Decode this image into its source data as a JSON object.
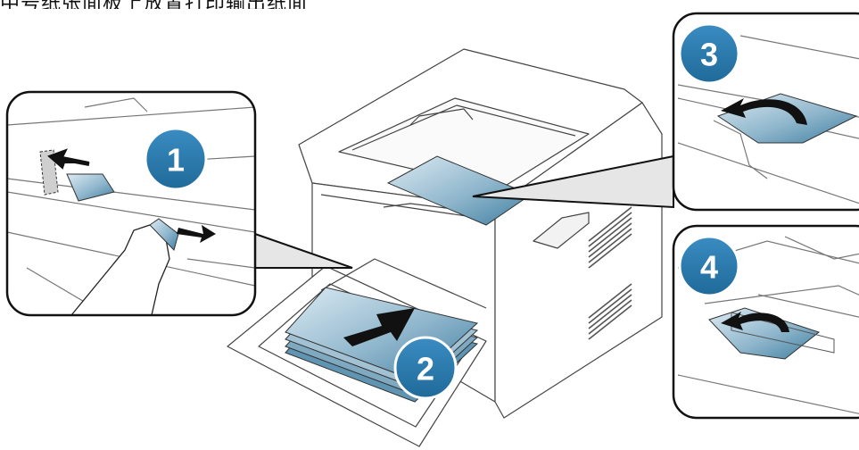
{
  "header": {
    "text": "中号纸张面板上放置打印输出纸面"
  },
  "steps": [
    {
      "id": "step-1",
      "number": "1"
    },
    {
      "id": "step-2",
      "number": "2"
    },
    {
      "id": "step-3",
      "number": "3"
    },
    {
      "id": "step-4",
      "number": "4"
    }
  ],
  "colors": {
    "badge": "#2a7bb0",
    "paper_light": "#cfe2ee",
    "paper_dark": "#3f7ea0",
    "line": "#333333",
    "callout_border": "#111111",
    "callout_fill": "#e6e6e6"
  }
}
